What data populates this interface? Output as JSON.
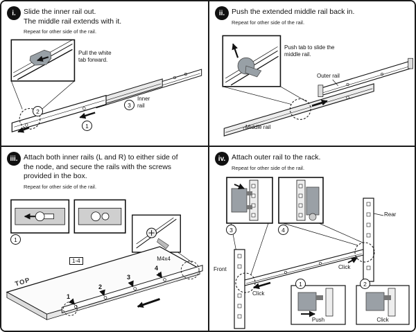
{
  "panels": {
    "i": {
      "badge": "i.",
      "line1": "Slide the inner rail out.",
      "line2": "The middle rail extends with it.",
      "note": "Repeat for other side of the rail.",
      "callout": "Pull the white tab forward.",
      "inner_rail_label": "Inner rail",
      "markers": [
        "1",
        "2",
        "3"
      ]
    },
    "ii": {
      "badge": "ii.",
      "line1": "Push the extended middle rail back in.",
      "note": "Repeat for other side of the rail.",
      "callout": "Push tab to slide the middle rail.",
      "outer_rail_label": "Outer rail",
      "middle_rail_label": "Middle rail"
    },
    "iii": {
      "badge": "iii.",
      "title": "Attach both inner rails (L and R) to either side of the node, and secure the rails with the screws provided in the box.",
      "note": "Repeat for other side of the rail.",
      "screw_label": "M4x4",
      "range_label": "1-4",
      "top_label": "TOP",
      "positions": [
        "1",
        "2",
        "3",
        "4"
      ],
      "markers": [
        "1"
      ]
    },
    "iv": {
      "badge": "iv.",
      "line1": "Attach outer rail to the rack.",
      "note": "Repeat for other side of the rail.",
      "front_label": "Front",
      "rear_label": "Rear",
      "click_label": "Click",
      "push_label": "Push",
      "markers": [
        "1",
        "2",
        "3",
        "4"
      ]
    }
  }
}
